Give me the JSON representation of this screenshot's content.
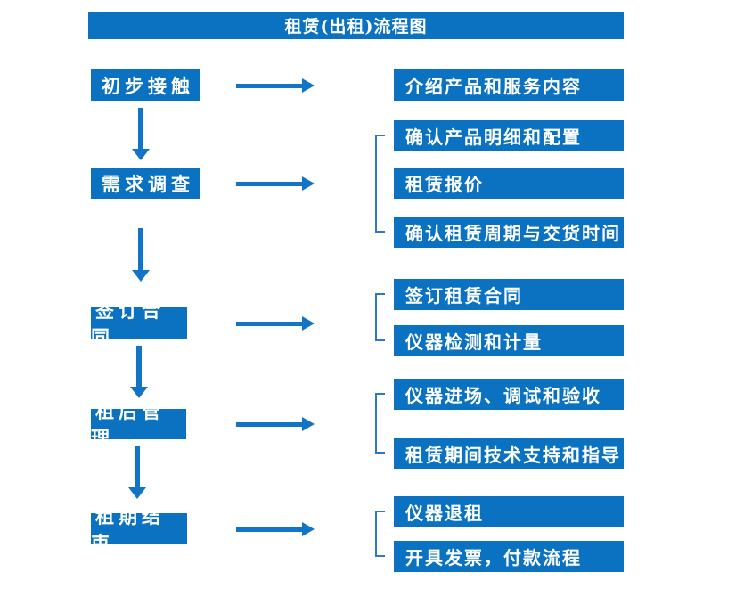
{
  "title": "租赁(出租)流程图",
  "colors": {
    "box_fill": "#0b72c2",
    "arrow": "#1274c6",
    "bracket": "#2e77c2",
    "text": "#ffffff",
    "background": "#ffffff"
  },
  "steps": [
    {
      "label": "初步接触"
    },
    {
      "label": "需求调查"
    },
    {
      "label": "签订合同"
    },
    {
      "label": "租后管理"
    },
    {
      "label": "租期结束"
    }
  ],
  "details": [
    {
      "label": "介绍产品和服务内容"
    },
    {
      "label": "确认产品明细和配置"
    },
    {
      "label": "租赁报价"
    },
    {
      "label": "确认租赁周期与交货时间"
    },
    {
      "label": "签订租赁合同"
    },
    {
      "label": "仪器检测和计量"
    },
    {
      "label": "仪器进场、调试和验收"
    },
    {
      "label": "租赁期间技术支持和指导"
    },
    {
      "label": "仪器退租"
    },
    {
      "label": "开具发票，付款流程"
    }
  ]
}
